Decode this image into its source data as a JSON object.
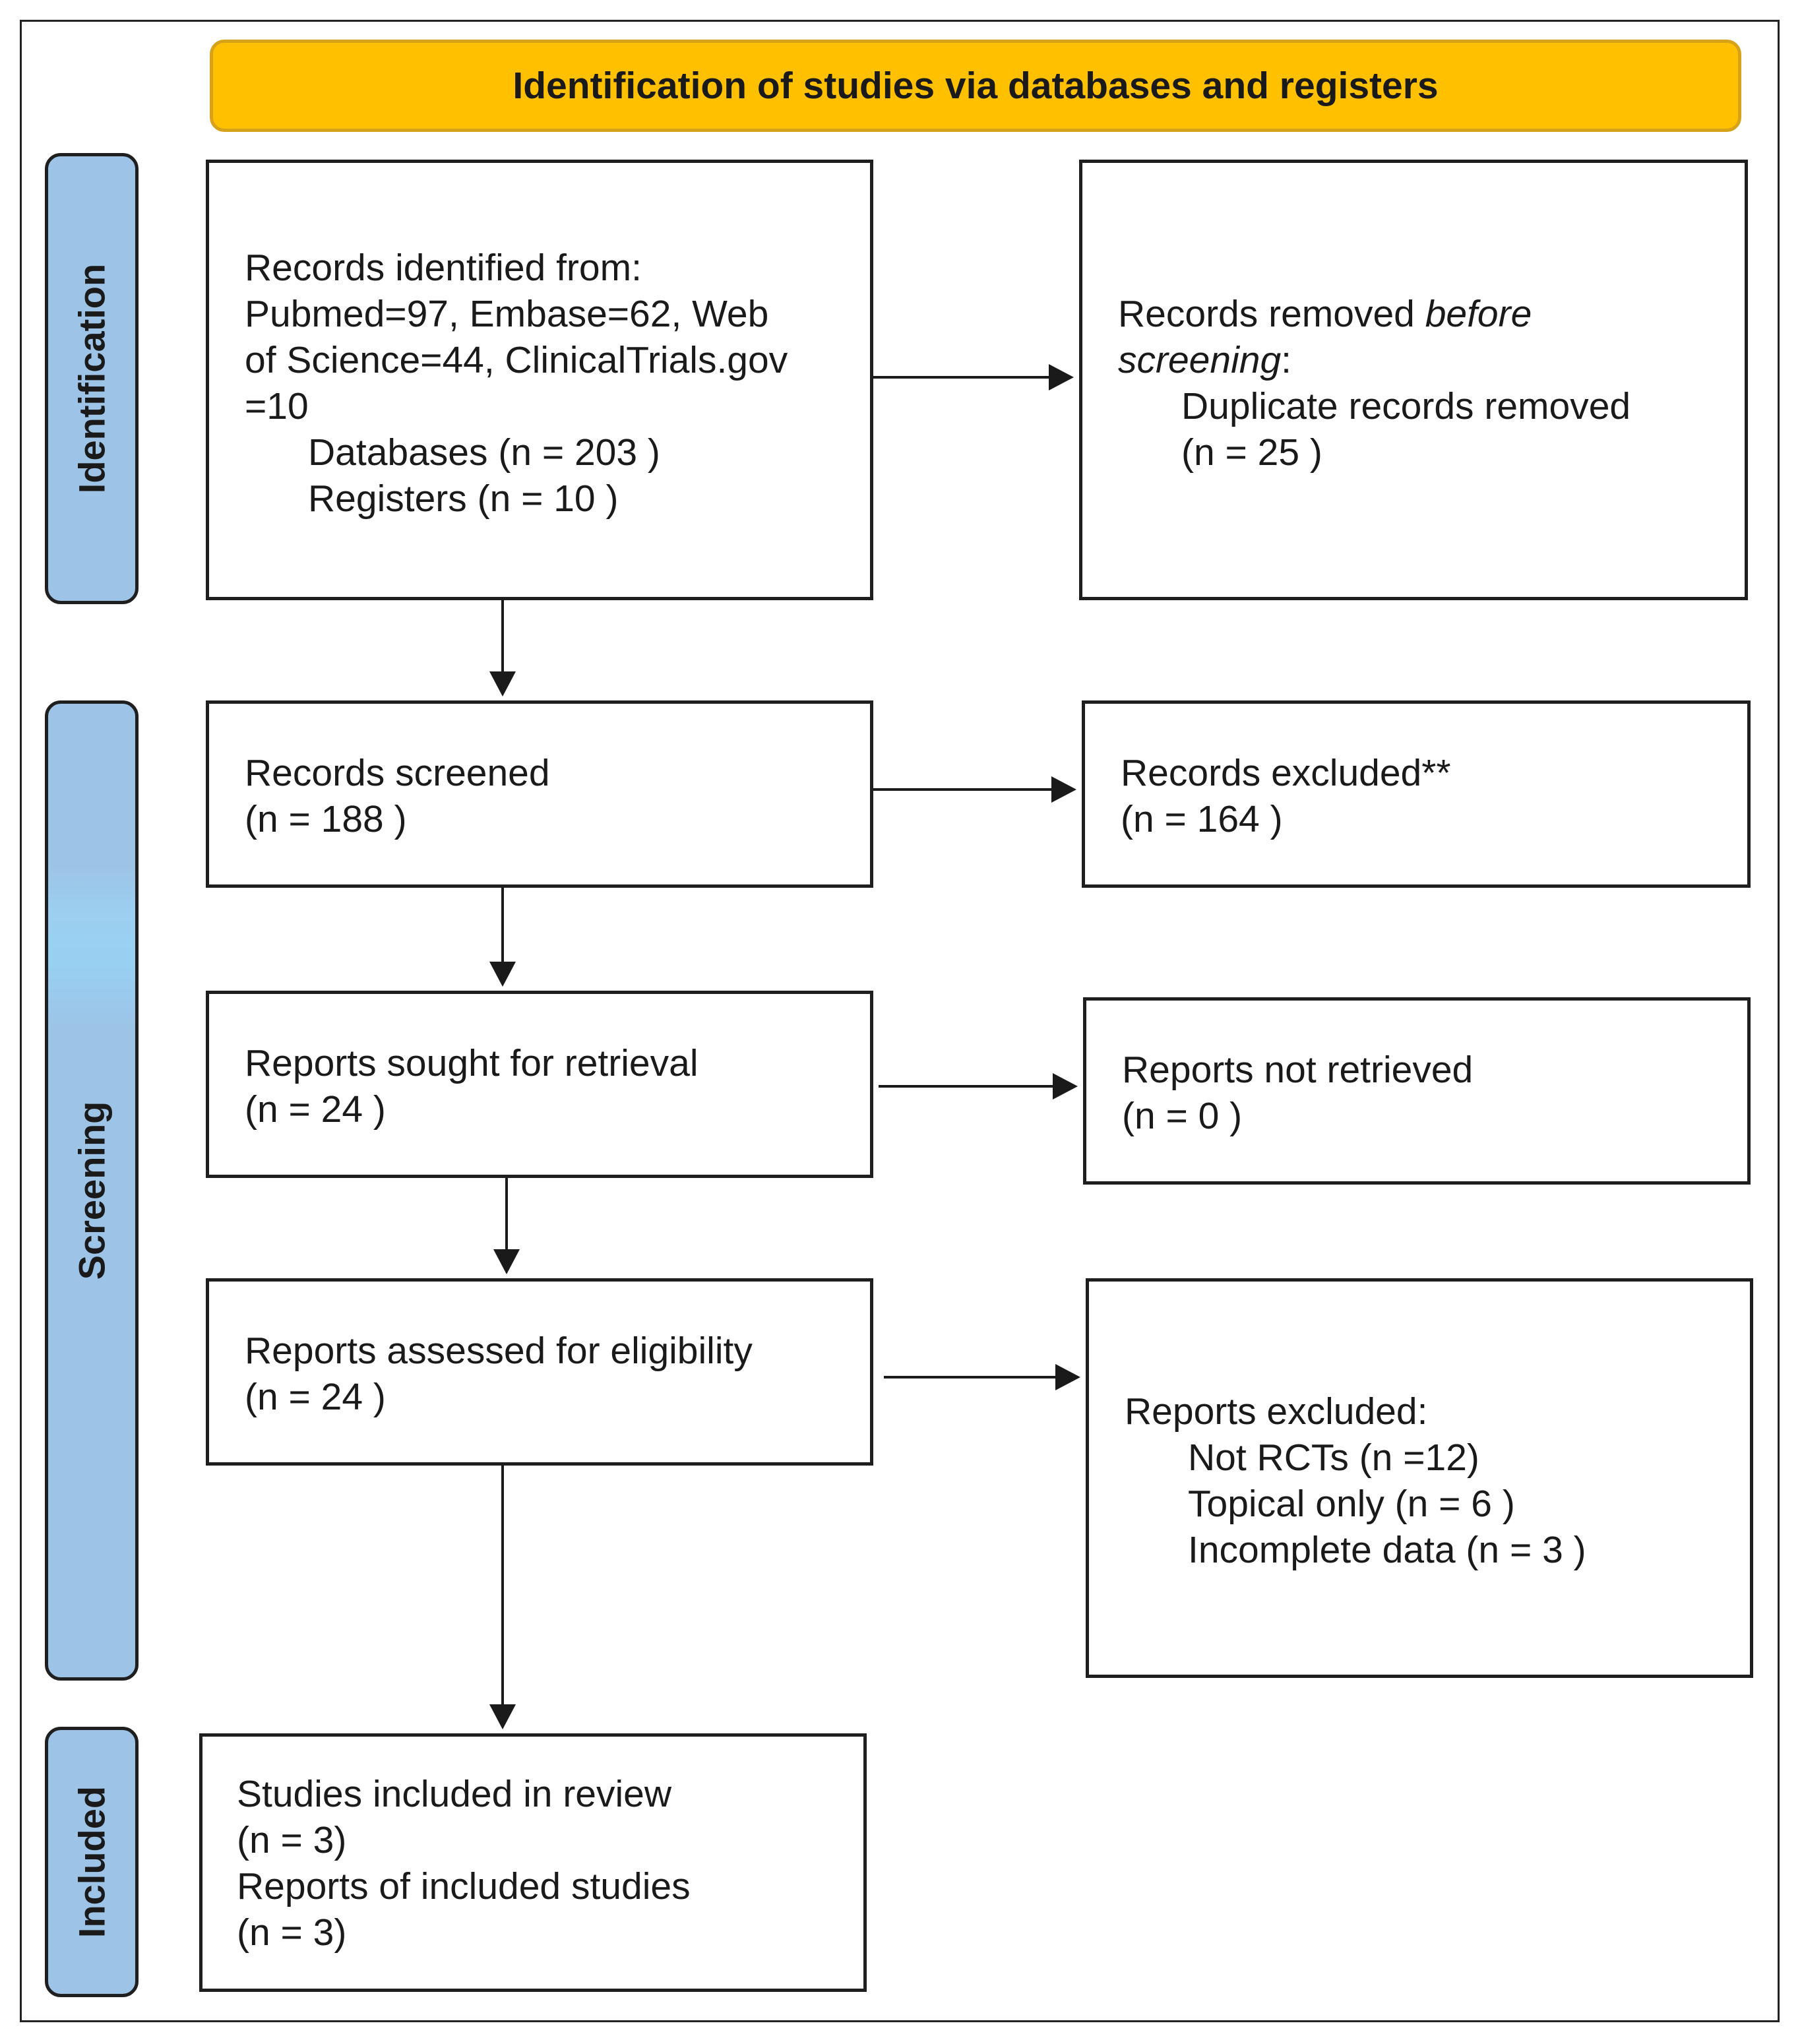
{
  "header": {
    "title": "Identification of studies via databases and registers"
  },
  "phases": {
    "identification": "Identification",
    "screening": "Screening",
    "included": "Included"
  },
  "boxes": {
    "identified": {
      "line1": "Records identified from:",
      "line2": "Pubmed=97, Embase=62, Web",
      "line3": "of Science=44, ClinicalTrials.gov",
      "line4": "=10",
      "databases": "Databases (n = 203 )",
      "registers": "Registers (n = 10 )"
    },
    "removed": {
      "line1_prefix": "Records removed ",
      "line1_italic": "before",
      "line2_italic": "screening",
      "line2_suffix": ":",
      "duplicates": "Duplicate records removed",
      "duplicates_n": "(n = 25 )"
    },
    "screened": {
      "label": "Records screened",
      "n": "(n = 188 )"
    },
    "excluded": {
      "label": "Records excluded**",
      "n": "(n = 164 )"
    },
    "sought": {
      "label": "Reports sought for retrieval",
      "n": "(n = 24 )"
    },
    "not_retrieved": {
      "label": "Reports not retrieved",
      "n": "(n = 0 )"
    },
    "assessed": {
      "label": "Reports assessed for eligibility",
      "n": "(n = 24 )"
    },
    "reports_excluded": {
      "label": "Reports excluded:",
      "reasons": [
        "Not RCTs (n =12)",
        "Topical only (n = 6 )",
        "Incomplete data (n = 3 )"
      ]
    },
    "included": {
      "studies": "Studies included in review",
      "studies_n": "(n = 3)",
      "reports": "Reports of included studies",
      "reports_n": "(n = 3)"
    }
  }
}
